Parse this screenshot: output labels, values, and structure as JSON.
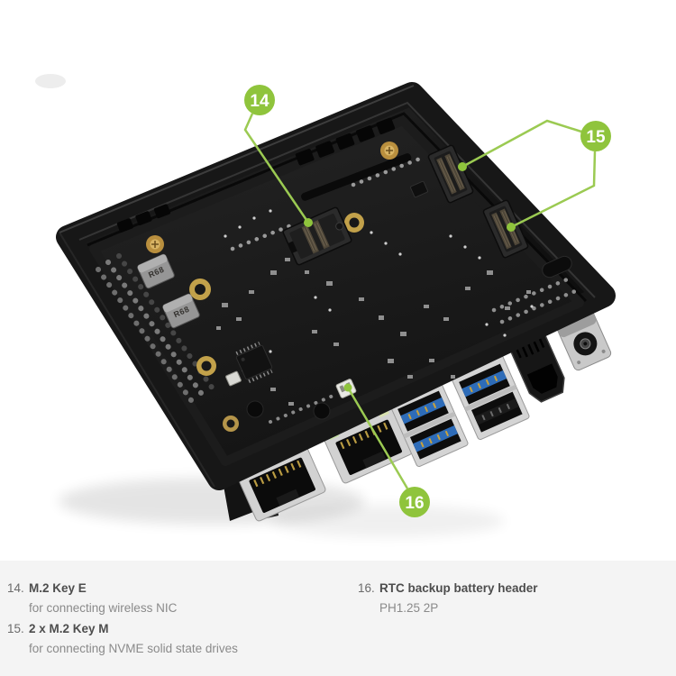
{
  "figure": {
    "accent_green": "#8fc43c",
    "inductor_label": "R68",
    "callouts": [
      {
        "number": "14"
      },
      {
        "number": "15"
      },
      {
        "number": "16"
      }
    ]
  },
  "legend": {
    "background": "#f4f4f4",
    "columns": {
      "left": [
        {
          "number": "14.",
          "title": "M.2 Key E",
          "description": "for connecting wireless NIC"
        },
        {
          "number": "15.",
          "title": "2 x M.2 Key M",
          "description": "for connecting NVME solid state drives"
        }
      ],
      "right": [
        {
          "number": "16.",
          "title": "RTC backup battery header",
          "description": "PH1.25 2P"
        }
      ]
    }
  }
}
